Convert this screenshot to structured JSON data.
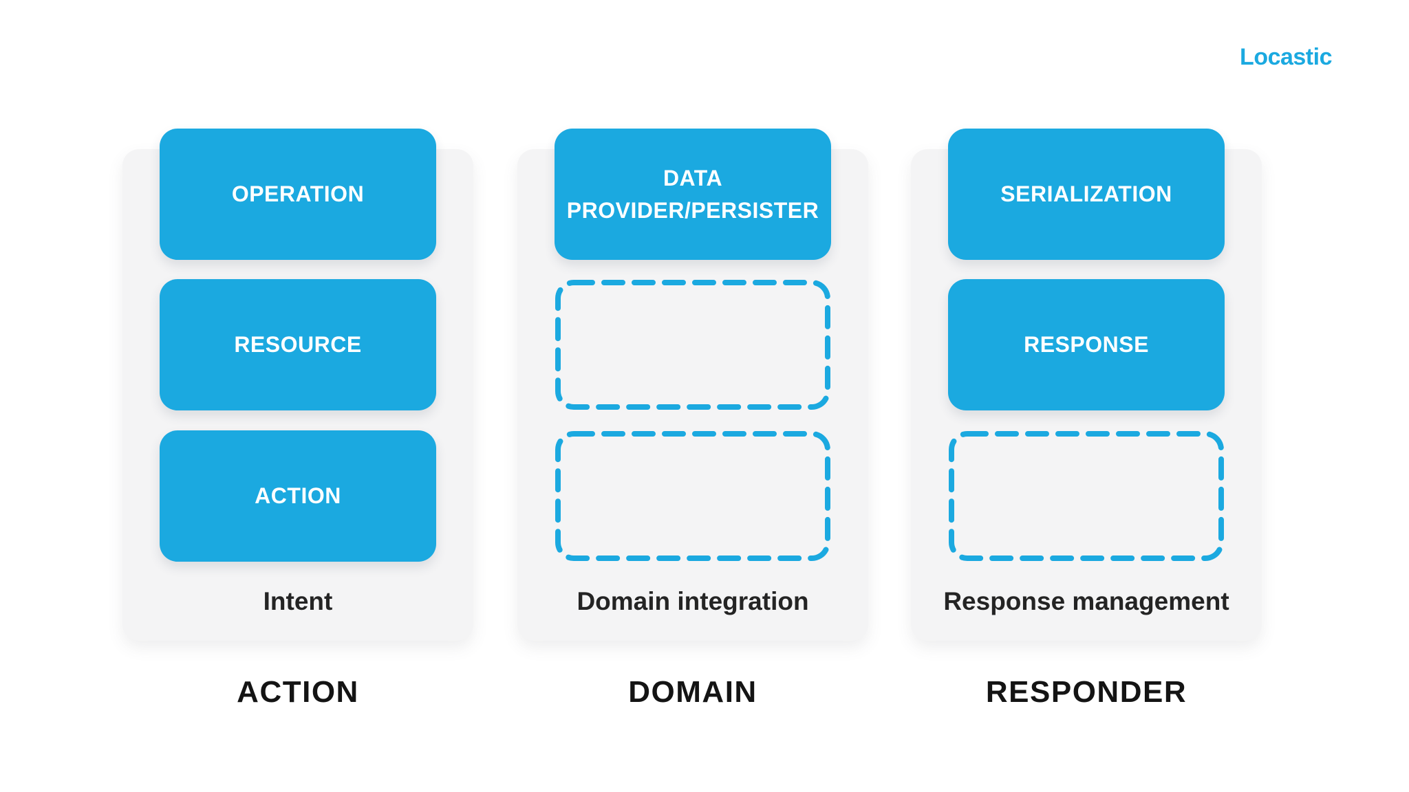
{
  "logo": {
    "text": "Locastic"
  },
  "colors": {
    "accent_blue": "#1ba9e0",
    "card_background": "#f4f4f5",
    "page_background": "#ffffff",
    "box_text": "#ffffff",
    "caption_text": "#242424",
    "title_text": "#141414"
  },
  "columns": [
    {
      "title": "ACTION",
      "caption": "Intent",
      "boxes": [
        {
          "type": "solid",
          "label": "OPERATION"
        },
        {
          "type": "solid",
          "label": "RESOURCE"
        },
        {
          "type": "solid",
          "label": "ACTION"
        }
      ]
    },
    {
      "title": "DOMAIN",
      "caption": "Domain integration",
      "boxes": [
        {
          "type": "solid",
          "label": "DATA PROVIDER/PERSISTER"
        },
        {
          "type": "dashed",
          "label": ""
        },
        {
          "type": "dashed",
          "label": ""
        }
      ]
    },
    {
      "title": "RESPONDER",
      "caption": "Response management",
      "boxes": [
        {
          "type": "solid",
          "label": "SERIALIZATION"
        },
        {
          "type": "solid",
          "label": "RESPONSE"
        },
        {
          "type": "dashed",
          "label": ""
        }
      ]
    }
  ]
}
